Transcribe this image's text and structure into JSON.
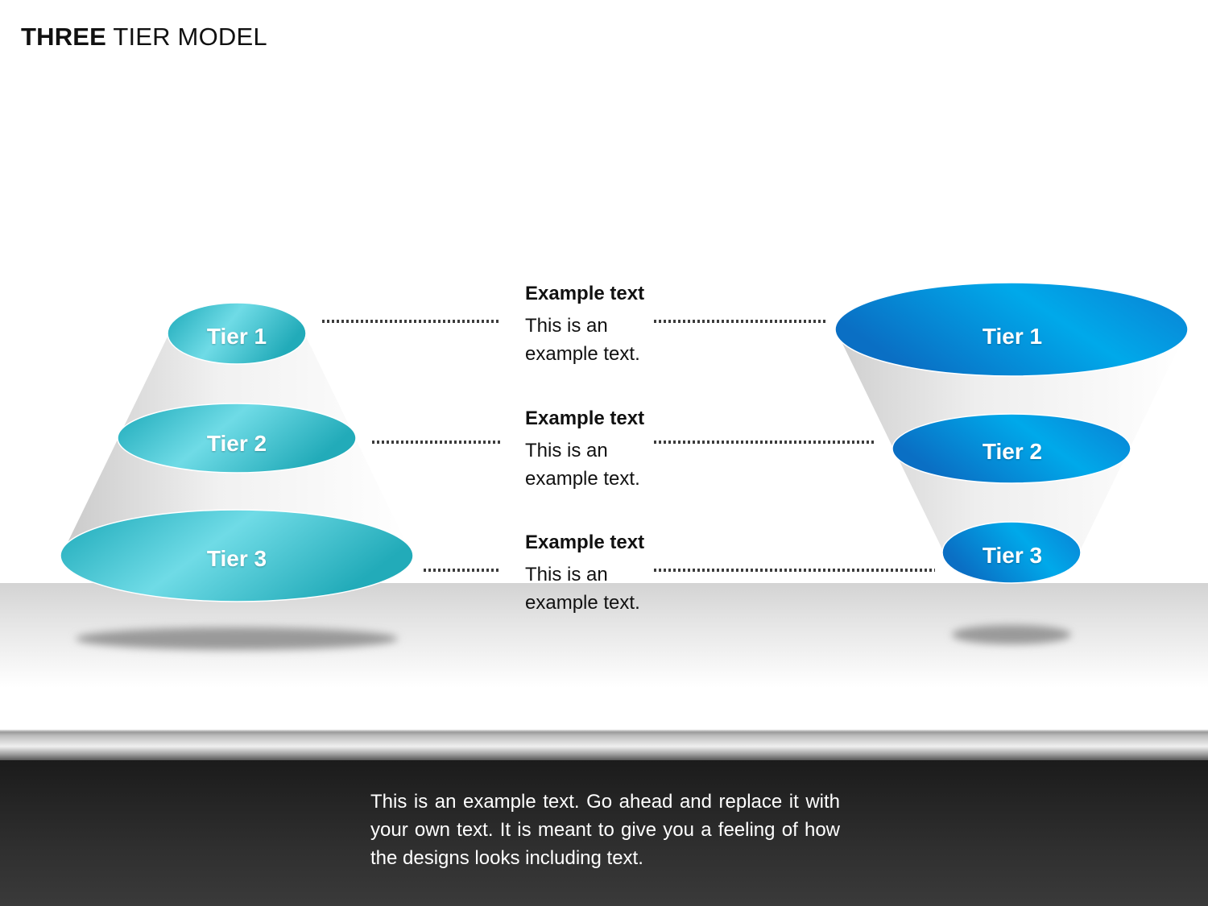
{
  "title": {
    "bold": "THREE",
    "rest": " TIER MODEL"
  },
  "left_cone": {
    "tiers": [
      {
        "label": "Tier 1"
      },
      {
        "label": "Tier 2"
      },
      {
        "label": "Tier 3"
      }
    ]
  },
  "right_cone": {
    "tiers": [
      {
        "label": "Tier 1"
      },
      {
        "label": "Tier 2"
      },
      {
        "label": "Tier 3"
      }
    ]
  },
  "center": [
    {
      "heading": "Example text",
      "body": "This is an example text."
    },
    {
      "heading": "Example text",
      "body": "This is an example text."
    },
    {
      "heading": "Example text",
      "body": "This is an example text."
    }
  ],
  "footer": {
    "text": "This is an example text. Go ahead and replace it with your own text. It is meant to give you a feeling of how the designs looks including text."
  },
  "colors": {
    "teal": "#2ab5c2",
    "blue": "#0a86d8",
    "footer_bg": "#2a2a2a"
  }
}
